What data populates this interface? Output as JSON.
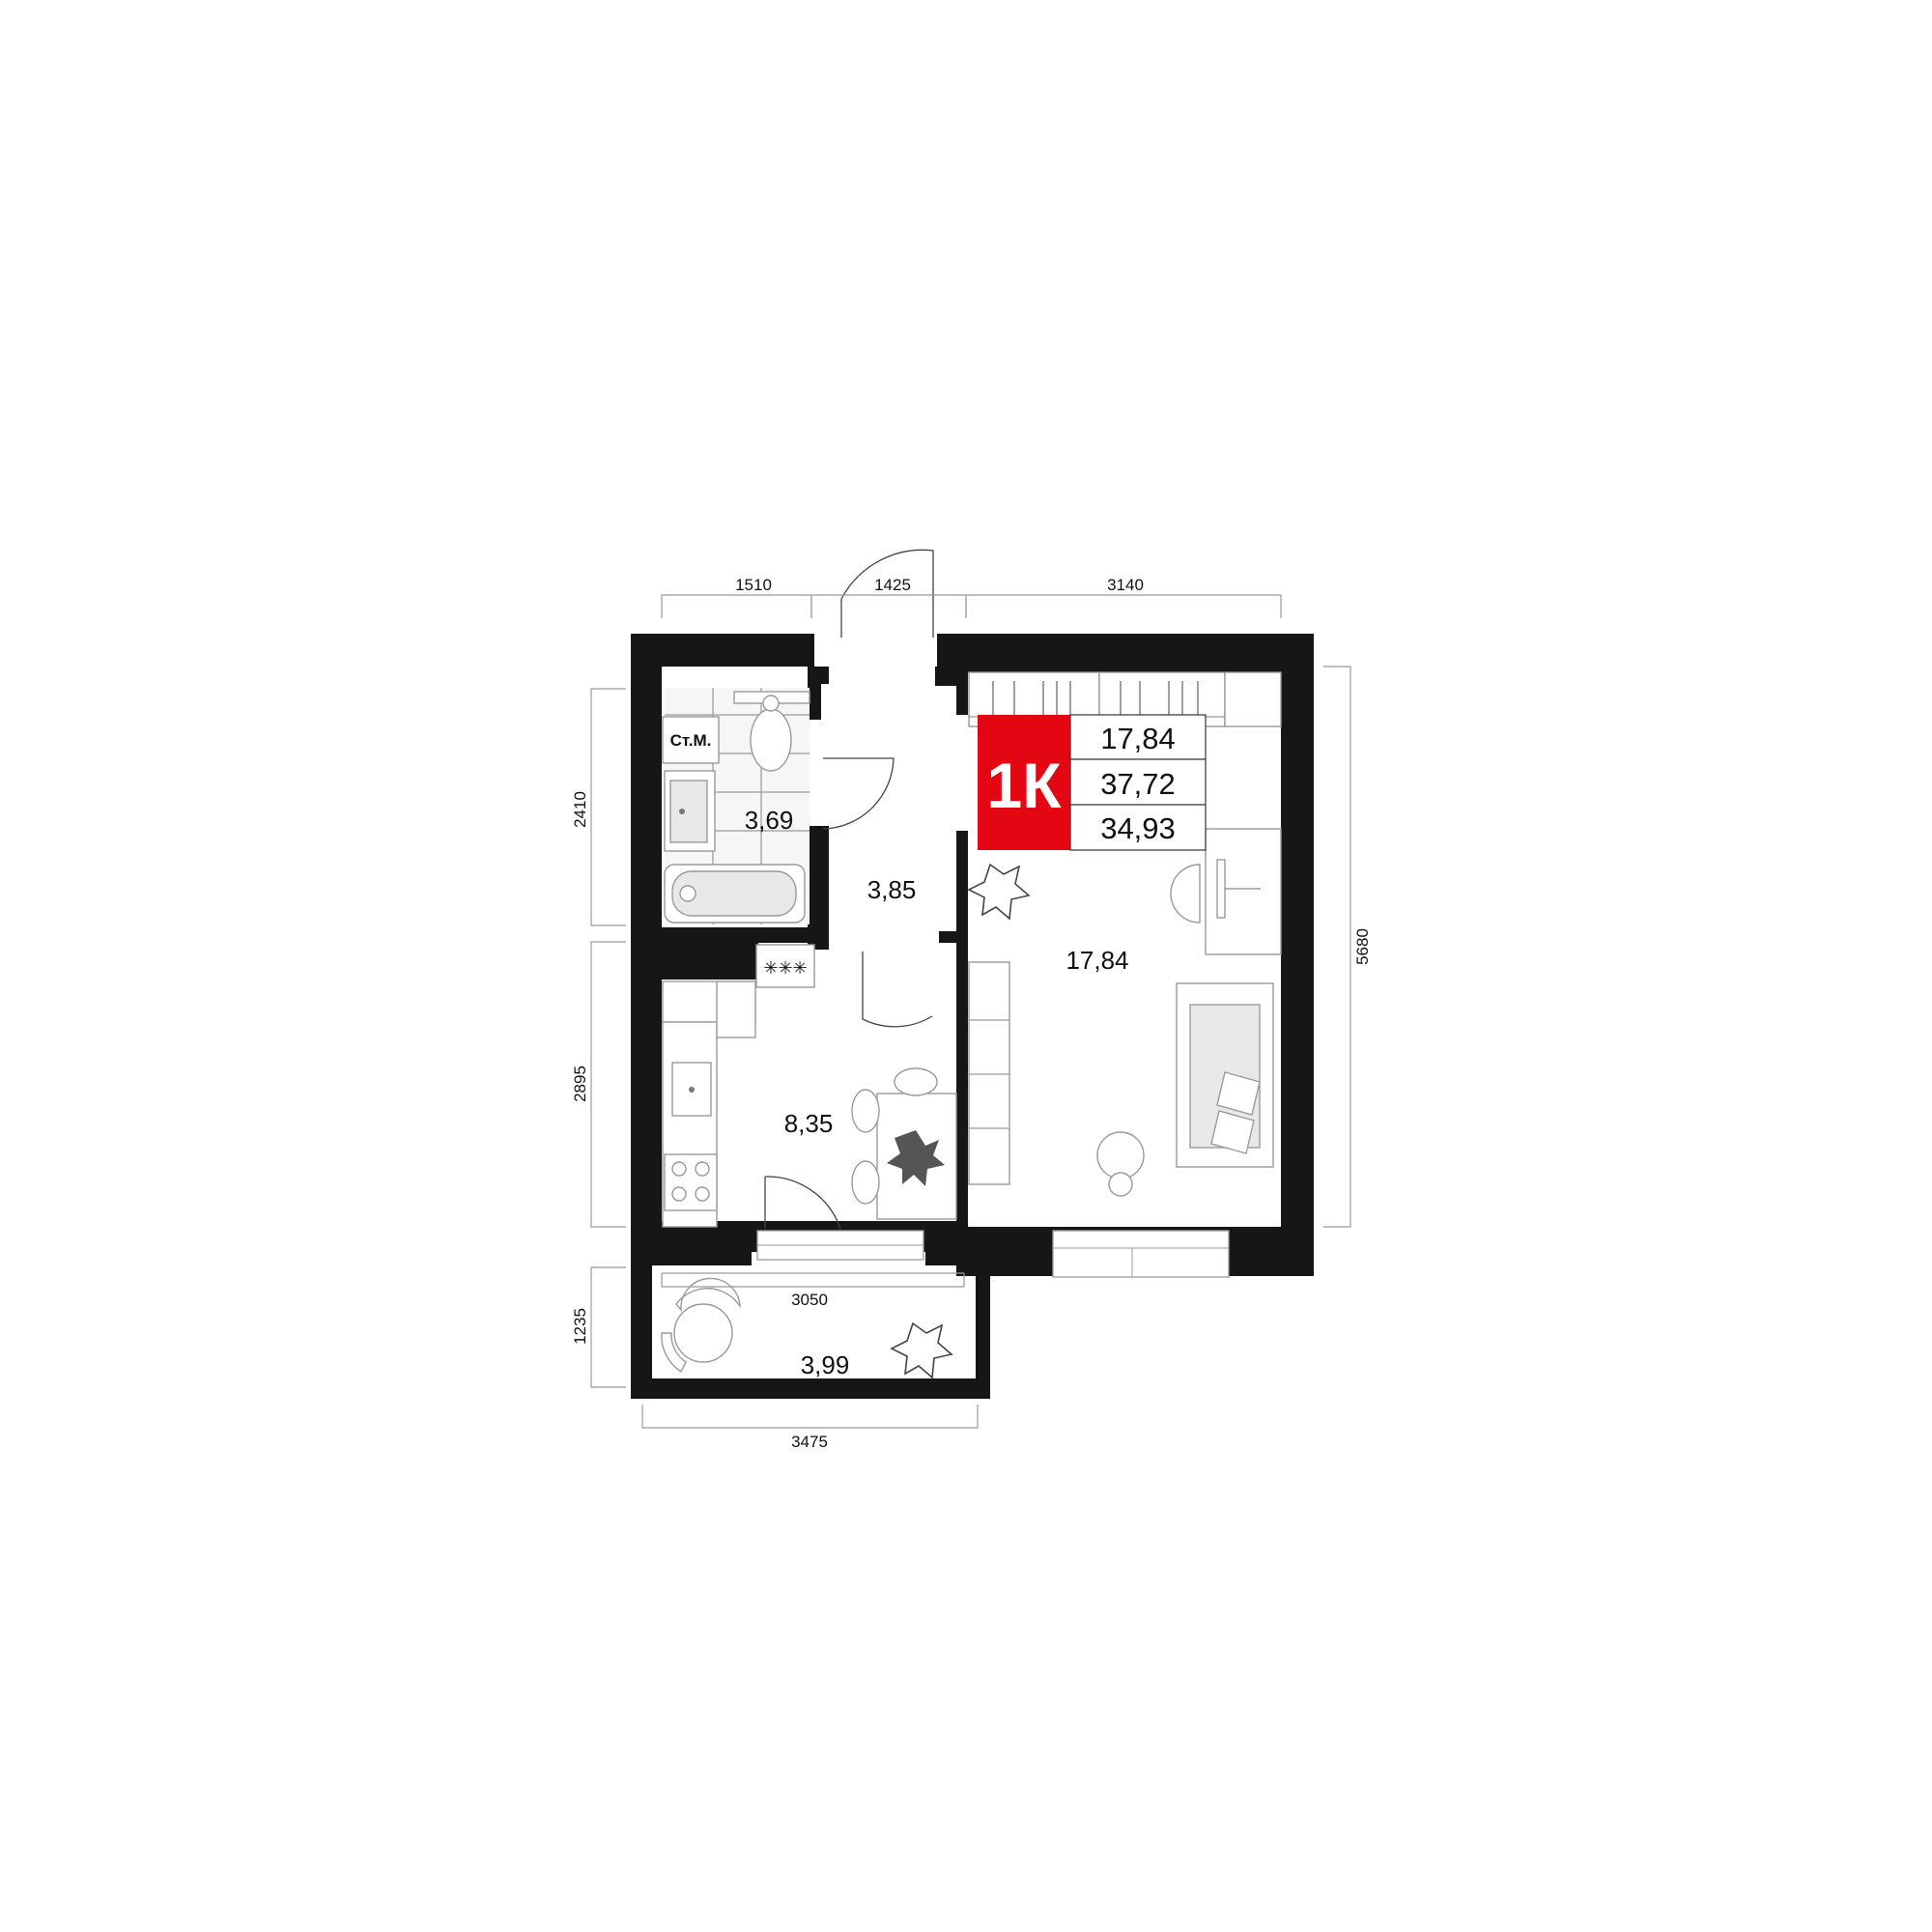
{
  "badge": {
    "text": "1К",
    "color": "#e30613"
  },
  "areas_box": [
    "17,84",
    "37,72",
    "34,93"
  ],
  "rooms": {
    "bathroom": "3,69",
    "hallway": "3,85",
    "kitchen": "8,35",
    "living": "17,84",
    "balcony": "3,99"
  },
  "washer_label": "Ст.М.",
  "dimensions": {
    "top_left": "1510",
    "top_middle": "1425",
    "top_right": "3140",
    "left_upper": "2410",
    "left_lower": "2895",
    "left_balcony": "1235",
    "right": "5680",
    "balcony_inner": "3050",
    "balcony_bottom": "3475"
  },
  "colors": {
    "wall": "#161616",
    "accent": "#e30613",
    "furniture_stroke": "#9a9a9a"
  }
}
